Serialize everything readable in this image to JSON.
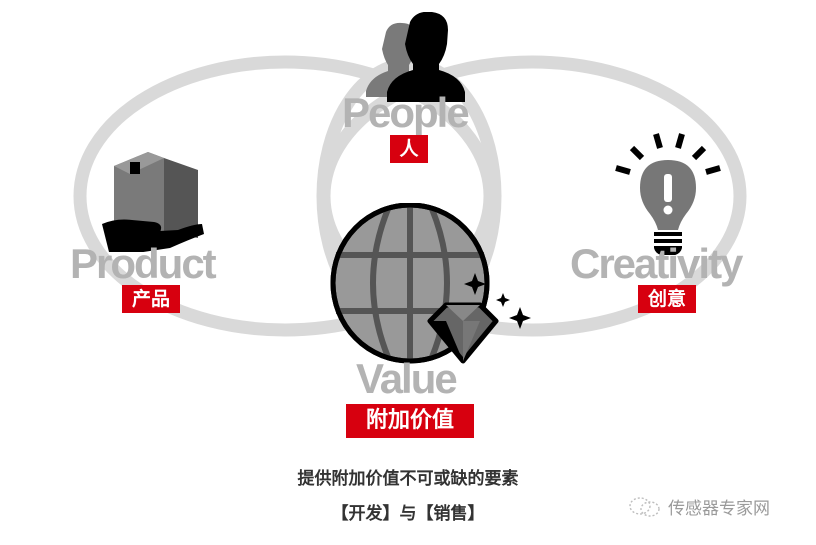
{
  "diagram": {
    "title": "",
    "colors": {
      "ring": "#d9d9d9",
      "label_en": "#b3b3b3",
      "tag_bg": "#d7000f",
      "tag_text": "#ffffff",
      "icon_dark": "#000000",
      "icon_gray": "#777777",
      "caption": "#333333"
    },
    "nodes": [
      {
        "id": "people",
        "label_en": "People",
        "label_zh": "人",
        "icon": "people-icon"
      },
      {
        "id": "product",
        "label_en": "Product",
        "label_zh": "产品",
        "icon": "box-in-hand-icon"
      },
      {
        "id": "creativity",
        "label_en": "Creativity",
        "label_zh": "创意",
        "icon": "lightbulb-icon"
      },
      {
        "id": "value",
        "label_en": "Value",
        "label_zh": "附加价值",
        "icon": "globe-diamond-icon"
      }
    ],
    "caption": {
      "line1": "提供附加价值不可或缺的要素",
      "line2": "【开发】与【销售】"
    },
    "watermark": {
      "icon": "wechat-icon",
      "text": "传感器专家网"
    }
  }
}
